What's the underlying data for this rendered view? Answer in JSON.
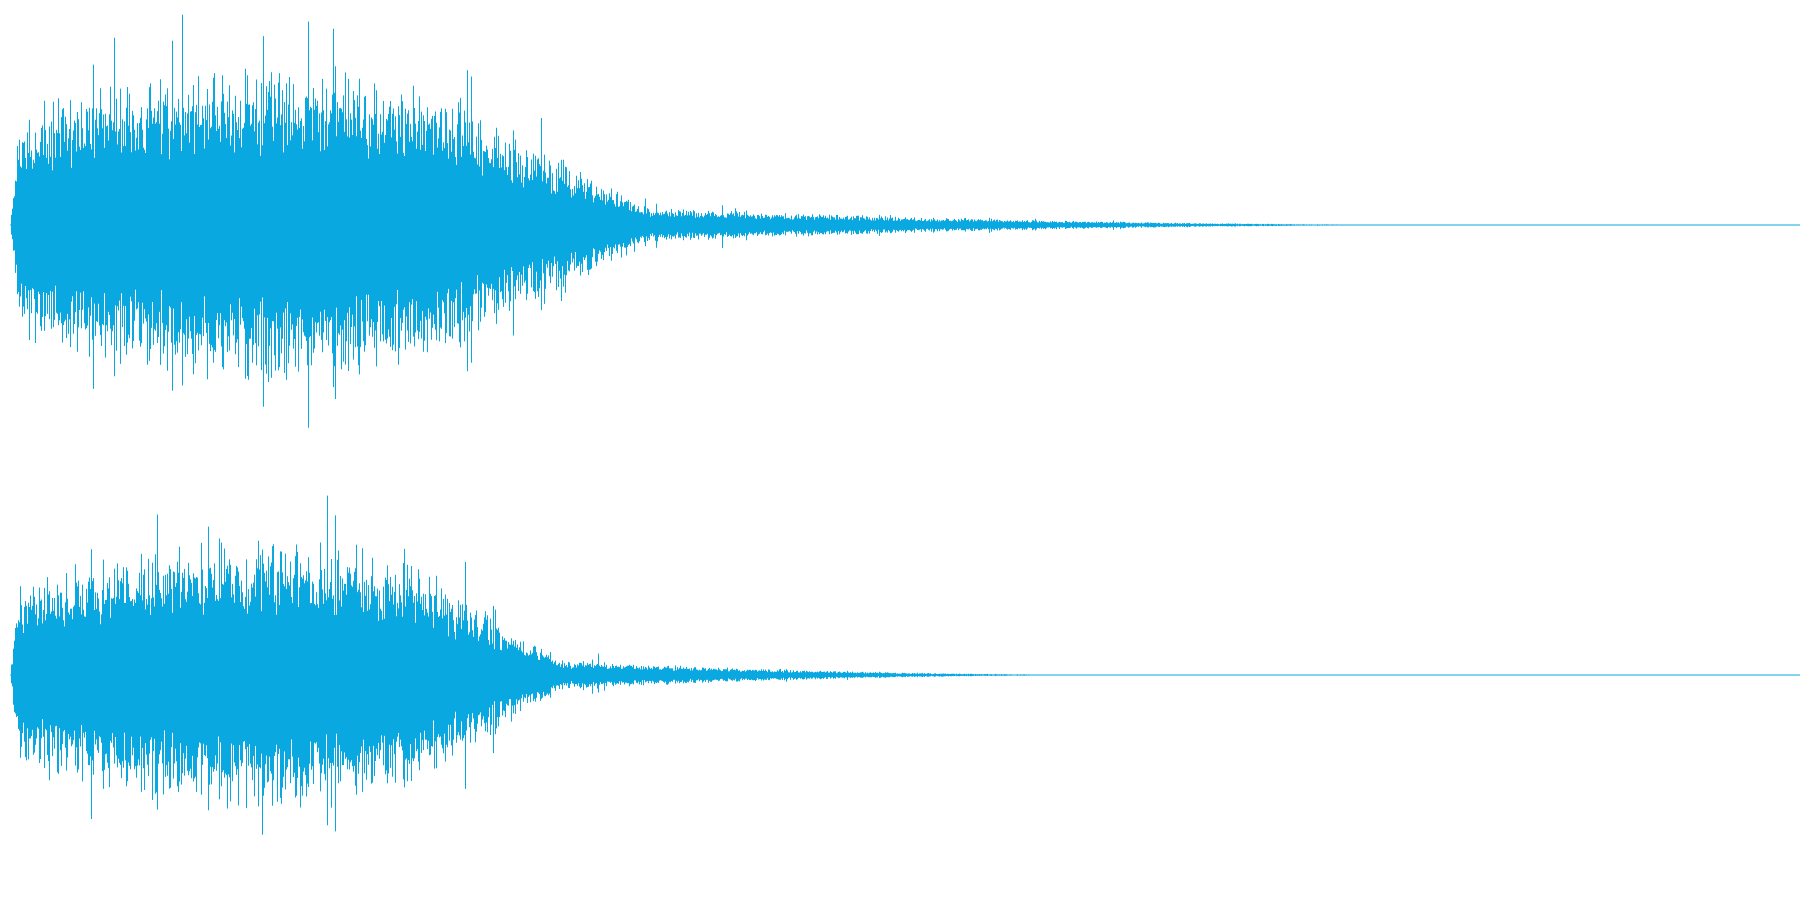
{
  "colors": {
    "background": "#ffffff",
    "waveform": "#0aa8e0"
  },
  "waveform": {
    "channel_count": 2,
    "channels": [
      {
        "name": "",
        "peak_amplitude": 0.98,
        "attack_fraction": 0.005,
        "sustain_end_fraction": 0.26,
        "decay_end_fraction": 0.36,
        "tail_end_fraction": 0.82,
        "tail_amplitude": 0.04,
        "seed": 17
      },
      {
        "name": "",
        "peak_amplitude": 0.82,
        "attack_fraction": 0.005,
        "sustain_end_fraction": 0.24,
        "decay_end_fraction": 0.31,
        "tail_end_fraction": 0.64,
        "tail_amplitude": 0.03,
        "seed": 41
      }
    ]
  }
}
